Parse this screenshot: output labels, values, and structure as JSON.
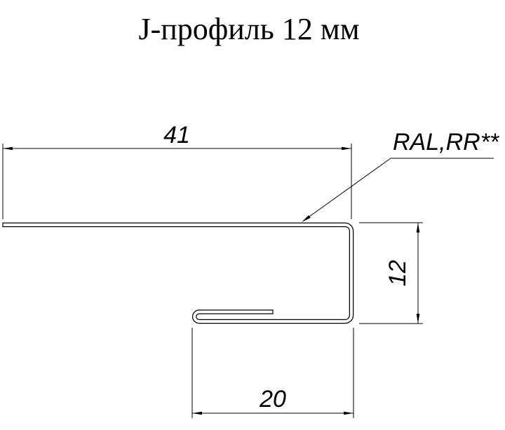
{
  "title": "J-профиль 12 мм",
  "dimensions": {
    "top_width": "41",
    "right_height": "12",
    "bottom_width": "20"
  },
  "annotations": {
    "coating": "RAL,RR**"
  },
  "colors": {
    "line": "#000000",
    "background": "#ffffff"
  }
}
